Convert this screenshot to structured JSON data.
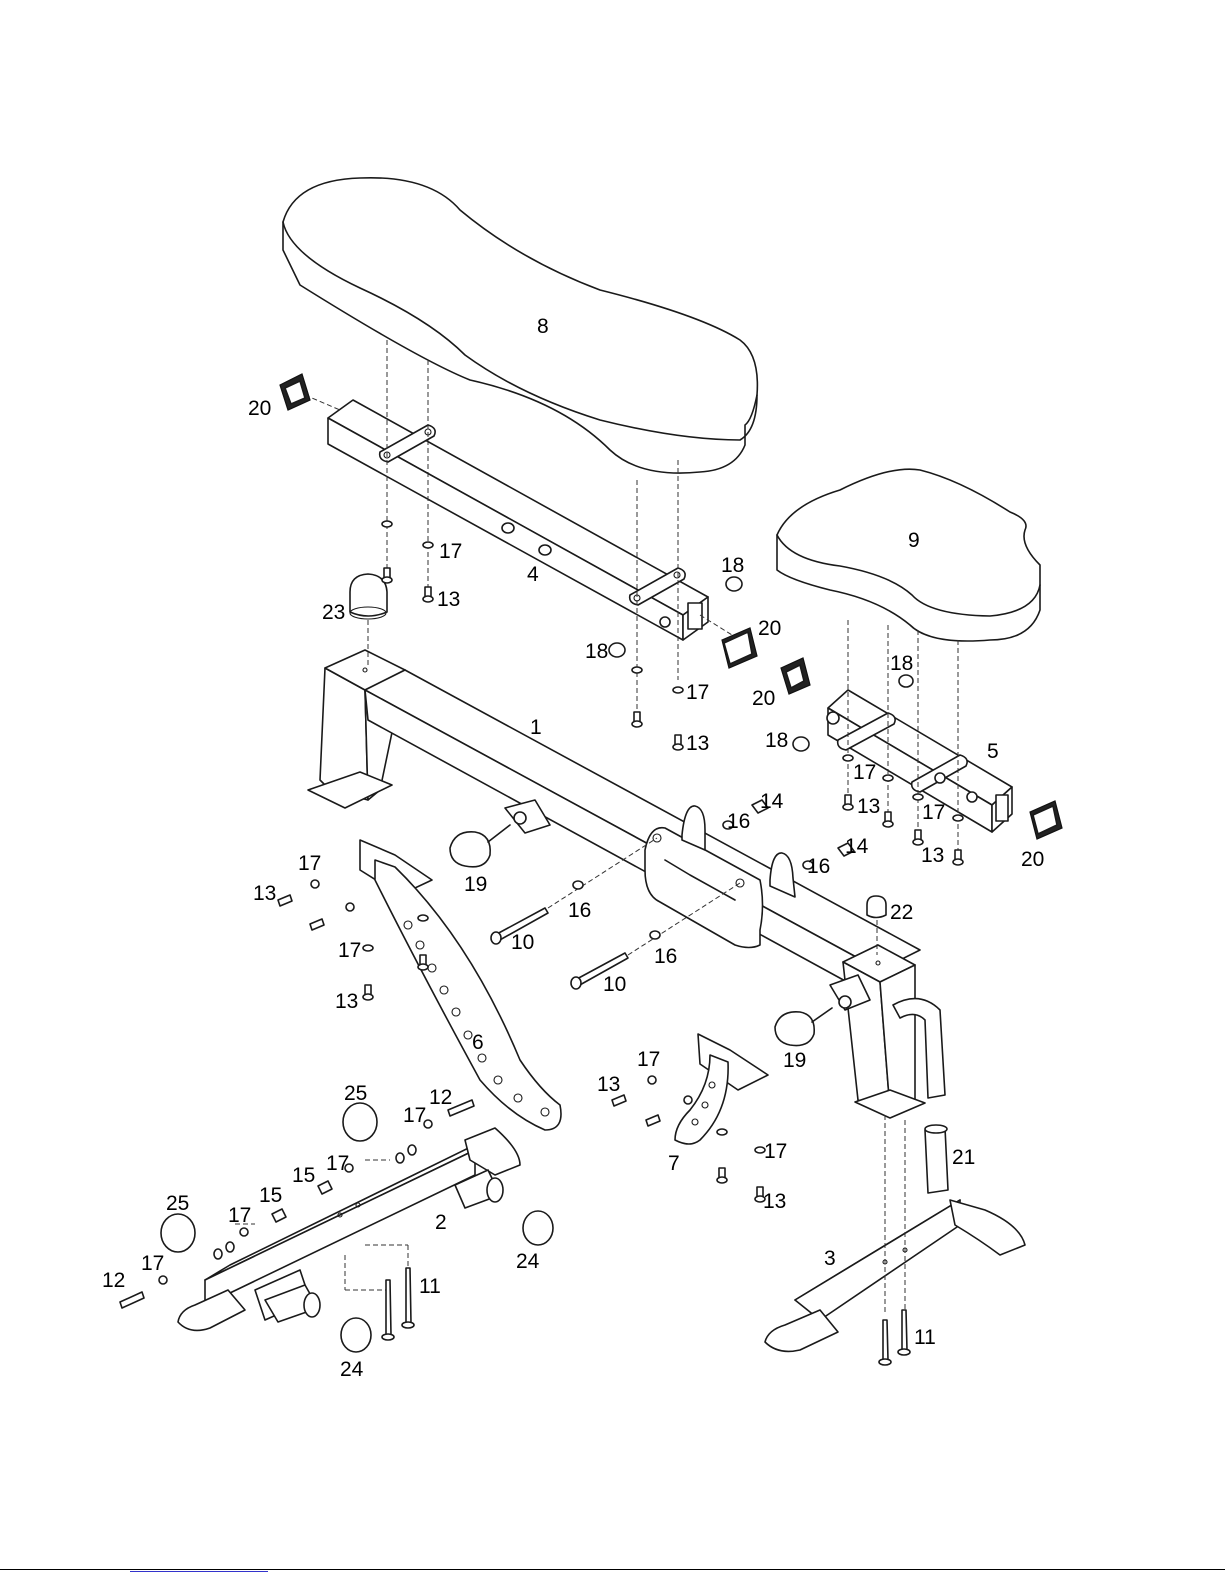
{
  "part_labels": {
    "p1": "1",
    "p2": "2",
    "p3": "3",
    "p4": "4",
    "p5": "5",
    "p6": "6",
    "p7": "7",
    "p8": "8",
    "p9": "9",
    "p10": "10",
    "p11": "11",
    "p12": "12",
    "p13": "13",
    "p14": "14",
    "p15": "15",
    "p16": "16",
    "p17": "17",
    "p18": "18",
    "p19": "19",
    "p20": "20",
    "p21": "21",
    "p22": "22",
    "p23": "23",
    "p24": "24",
    "p25": "25"
  },
  "colors": {
    "line": "#1a1a1a",
    "background": "#ffffff",
    "footer_link": "#3333cc"
  }
}
